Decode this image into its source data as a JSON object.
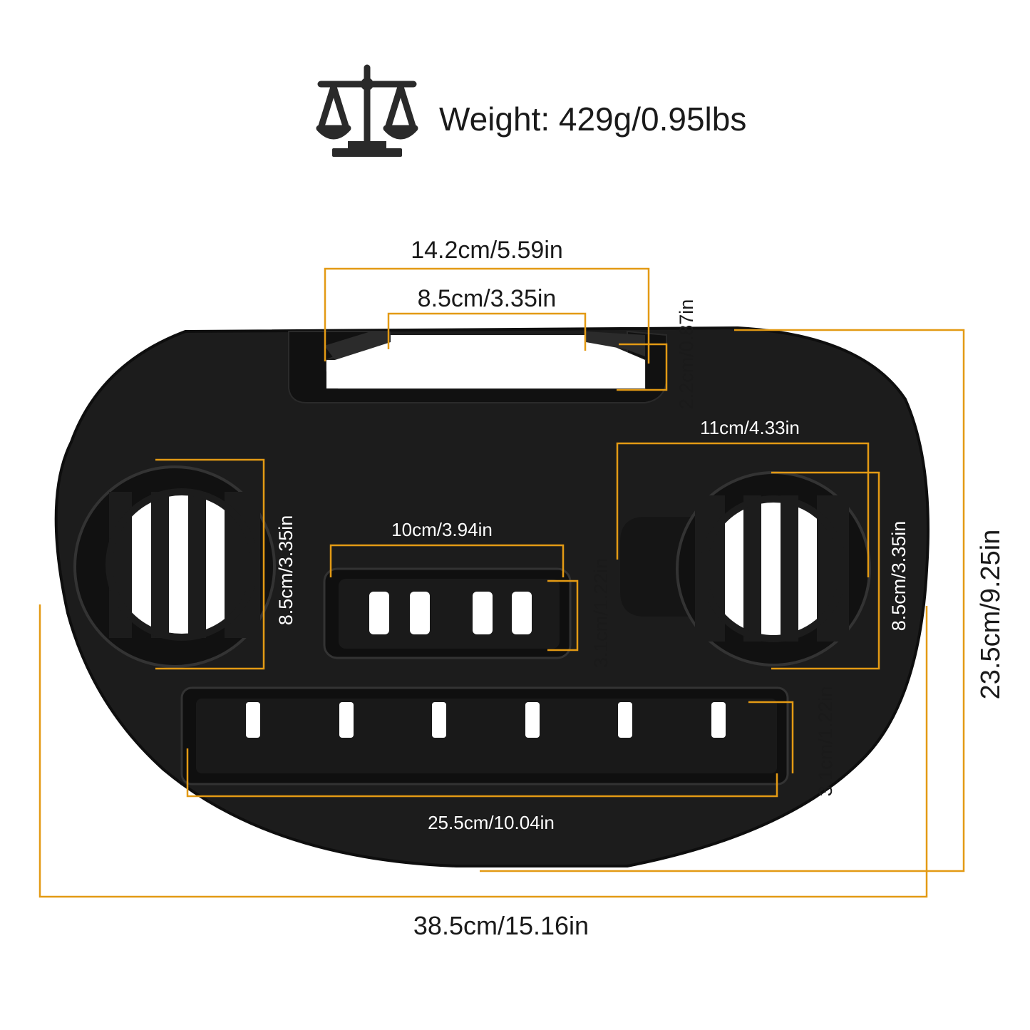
{
  "header": {
    "icon": "balance-scale-icon",
    "weight_text": "Weight: 429g/0.95lbs"
  },
  "dimensions": {
    "handle_outer_width": "14.2cm/5.59in",
    "handle_inner_width": "8.5cm/3.35in",
    "handle_depth": "2.2cm/0.87in",
    "right_cup_width": "11cm/4.33in",
    "left_cup_diameter": "8.5cm/3.35in",
    "small_slot_width": "10cm/3.94in",
    "small_slot_height": "3.1cm/1.22in",
    "right_cup_diameter": "8.5cm/3.35in",
    "total_height": "23.5cm/9.25in",
    "long_slot_height": "3.1cm/1.22in",
    "long_slot_width": "25.5cm/10.04in",
    "total_width": "38.5cm/15.16in"
  },
  "colors": {
    "dimension_line": "#e39a14",
    "tray_body": "#1c1c1c",
    "text": "#1a1a1a"
  }
}
